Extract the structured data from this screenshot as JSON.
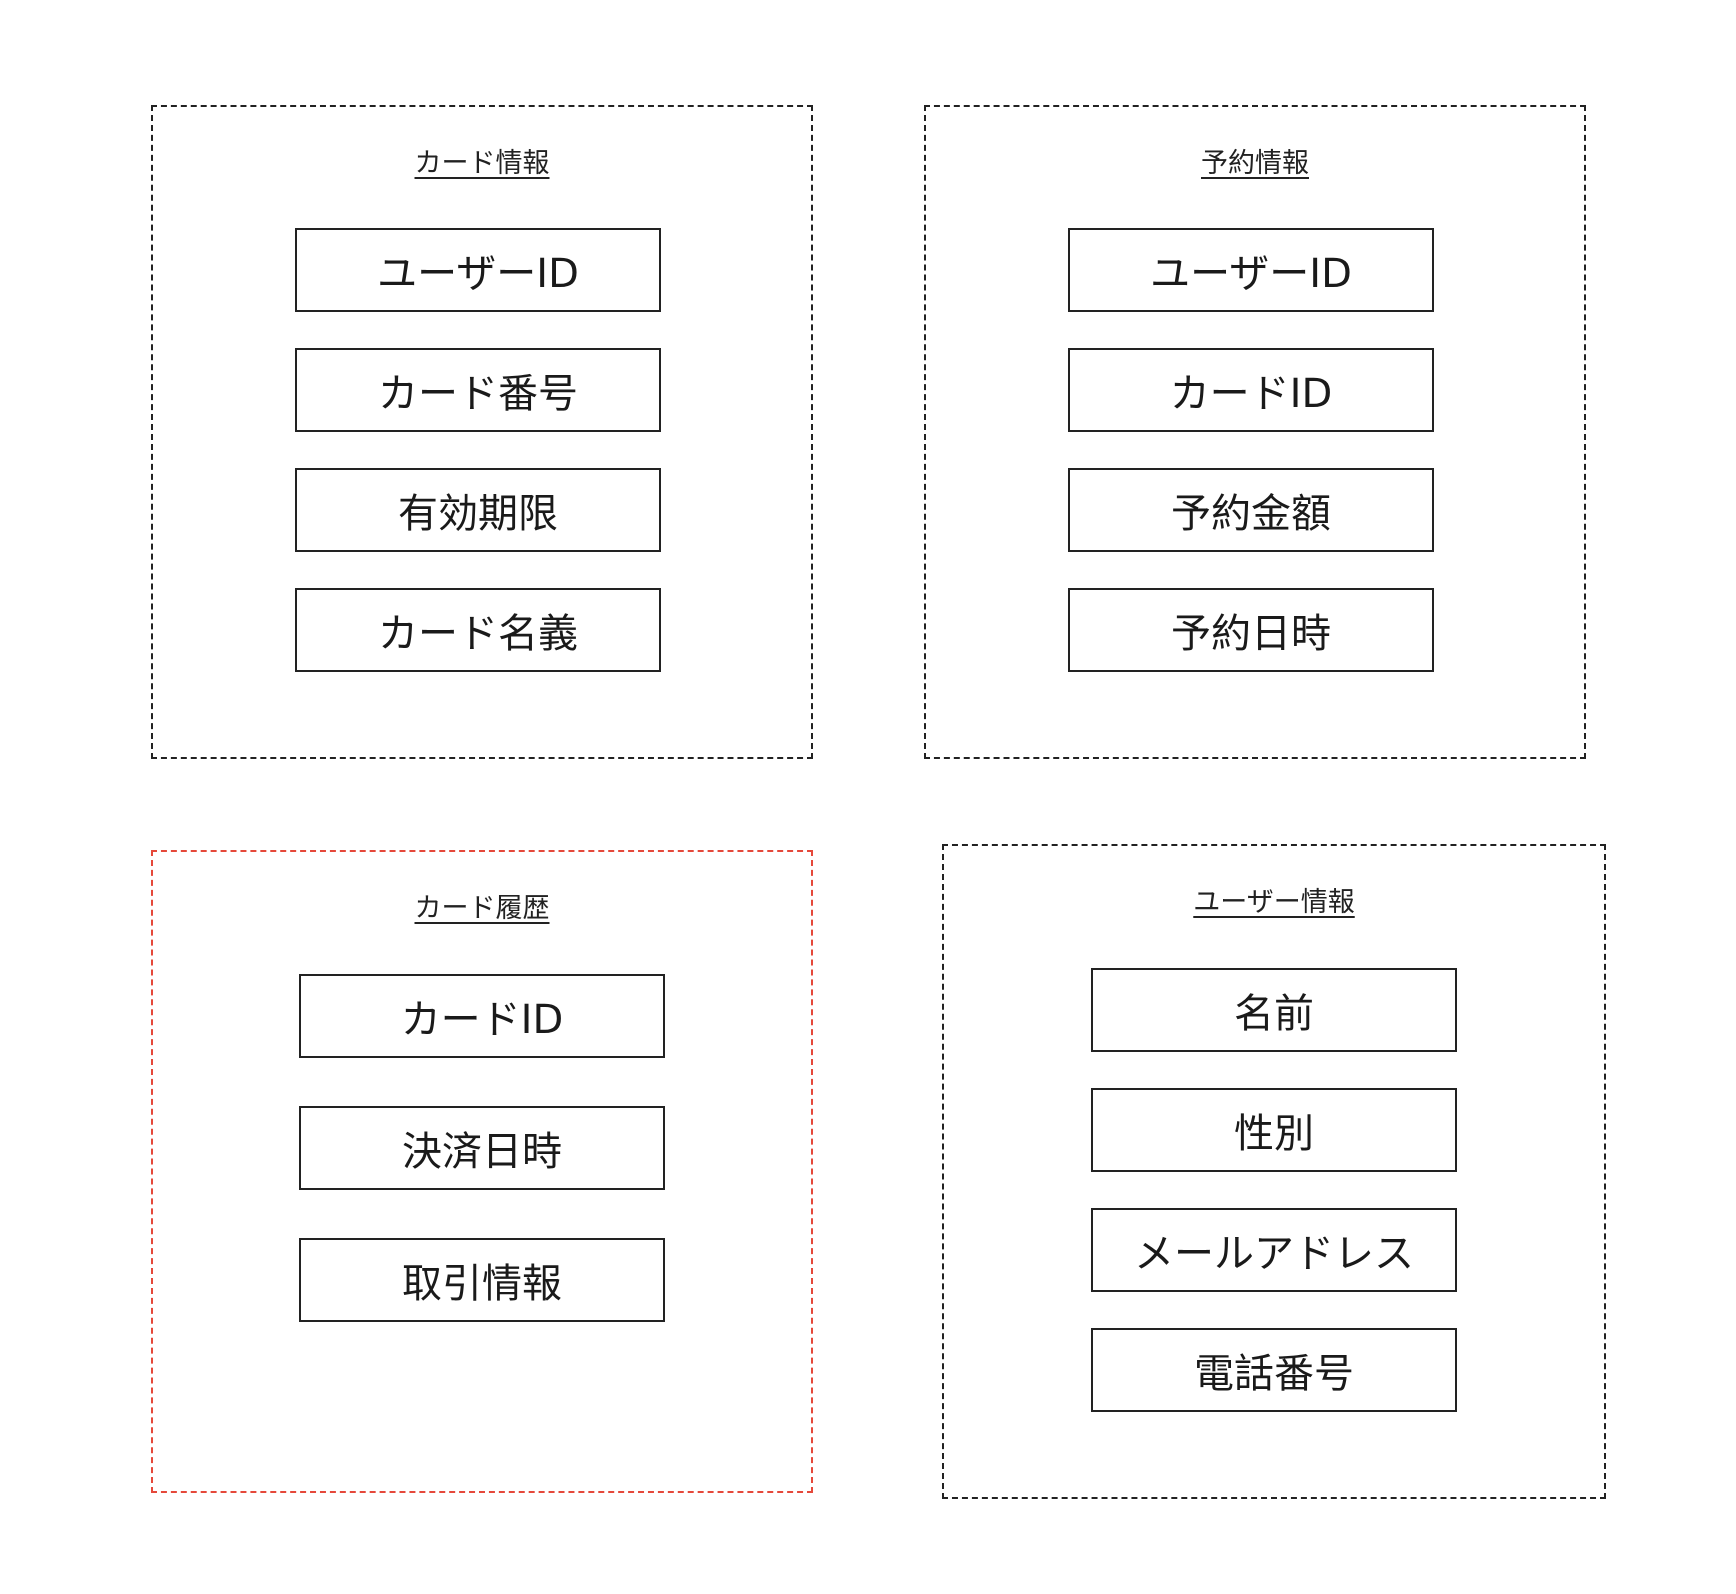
{
  "groups": {
    "card_info": {
      "title": "カード情報",
      "fields": [
        "ユーザーID",
        "カード番号",
        "有効期限",
        "カード名義"
      ]
    },
    "reservation_info": {
      "title": "予約情報",
      "fields": [
        "ユーザーID",
        "カードID",
        "予約金額",
        "予約日時"
      ]
    },
    "card_history": {
      "title": "カード履歴",
      "fields": [
        "カードID",
        "決済日時",
        "取引情報"
      ]
    },
    "user_info": {
      "title": "ユーザー情報",
      "fields": [
        "名前",
        "性別",
        "メールアドレス",
        "電話番号"
      ]
    }
  },
  "colors": {
    "border": "#222222",
    "highlight_border": "#e5483a"
  }
}
